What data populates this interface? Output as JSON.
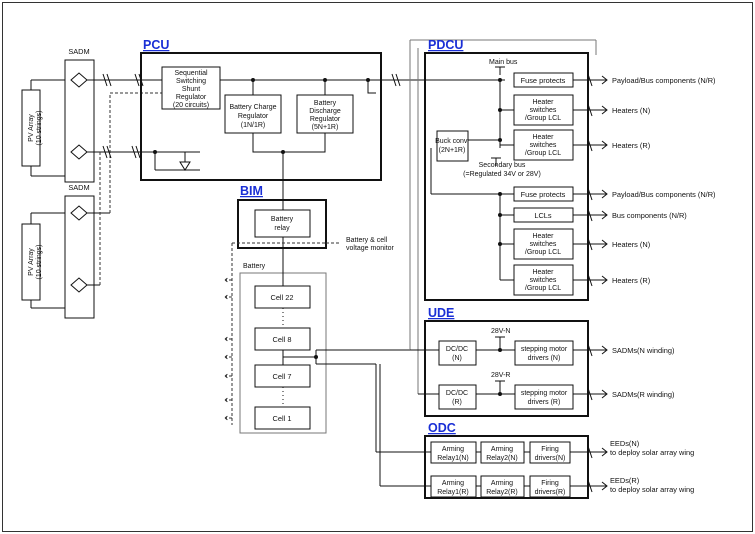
{
  "blocks": {
    "pcu": "PCU",
    "pdcu": "PDCU",
    "bim": "BIM",
    "ude": "UDE",
    "odc": "ODC"
  },
  "left": {
    "sadm_top": "SADM",
    "sadm_bottom": "SADM",
    "pv_array_top": [
      "PV Array",
      "(10 strings)"
    ],
    "pv_array_bottom": [
      "PV Array",
      "(10 strings)"
    ]
  },
  "pcu": {
    "shunt_regulator": [
      "Sequential",
      "Switching",
      "Shunt",
      "Regulator",
      "(20 circuits)"
    ],
    "bcr": [
      "Battery Charge",
      "Regulator",
      "(1N/1R)"
    ],
    "bdr": [
      "Battery",
      "Discharge",
      "Regulator",
      "(5N+1R)"
    ]
  },
  "bim": {
    "battery_relay": [
      "Battery",
      "relay"
    ],
    "monitor": [
      "Battery & cell",
      "voltage monitor"
    ]
  },
  "battery": {
    "label": "Battery",
    "cells": [
      "Cell 22",
      "Cell 8",
      "Cell 7",
      "Cell 1"
    ]
  },
  "pdcu": {
    "main_bus": "Main bus",
    "buck": [
      "Buck conv.",
      "(2N+1R)"
    ],
    "secondary_bus": [
      "Secondary bus",
      "(=Regulated 34V  or 28V)"
    ],
    "boxes": {
      "fuse1": "Fuse protects",
      "heater1": [
        "Heater",
        "switches",
        "/Group LCL"
      ],
      "heater2": [
        "Heater",
        "switches",
        "/Group LCL"
      ],
      "fuse2": "Fuse protects",
      "lcls": "LCLs",
      "heater3": [
        "Heater",
        "switches",
        "/Group LCL"
      ],
      "heater4": [
        "Heater",
        "switches",
        "/Group LCL"
      ]
    },
    "outputs": [
      "Payload/Bus components (N/R)",
      "Heaters (N)",
      "Heaters (R)",
      "Payload/Bus components (N/R)",
      "Bus components (N/R)",
      "Heaters (N)",
      "Heaters (R)"
    ]
  },
  "ude": {
    "v_n": "28V-N",
    "v_r": "28V-R",
    "dcdc_n": [
      "DC/DC",
      "(N)"
    ],
    "dcdc_r": [
      "DC/DC",
      "(R)"
    ],
    "step_n": [
      "stepping motor",
      "drivers (N)"
    ],
    "step_r": [
      "stepping motor",
      "drivers (R)"
    ],
    "out_n": "SADMs(N winding)",
    "out_r": "SADMs(R winding)"
  },
  "odc": {
    "arm1n": [
      "Arming",
      "Relay1(N)"
    ],
    "arm2n": [
      "Arming",
      "Relay2(N)"
    ],
    "fire_n": [
      "Firing",
      "drivers(N)"
    ],
    "arm1r": [
      "Arming",
      "Relay1(R)"
    ],
    "arm2r": [
      "Arming",
      "Relay2(R)"
    ],
    "fire_r": [
      "Firing",
      "drivers(R)"
    ],
    "out_n": [
      "EEDs(N)",
      "to deploy solar array wing"
    ],
    "out_r": [
      "EEDs(R)",
      "to deploy solar array wing"
    ]
  }
}
